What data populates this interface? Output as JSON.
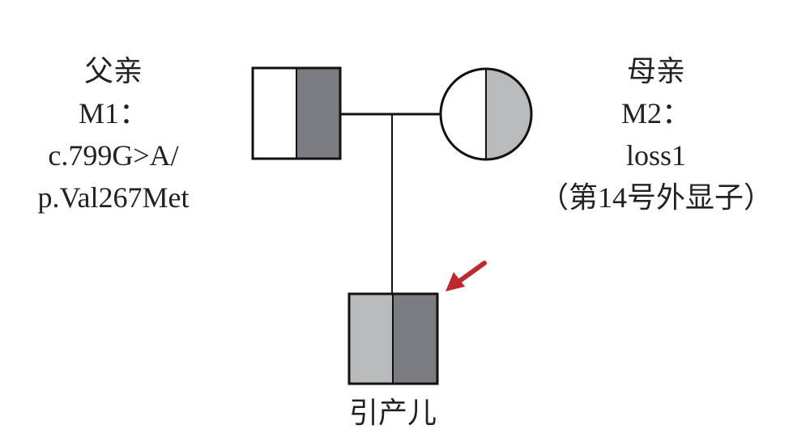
{
  "father": {
    "title": "父亲",
    "mutation_label": "M1：",
    "cdna": "c.799G>A/",
    "protein": "p.Val267Met"
  },
  "mother": {
    "title": "母亲",
    "mutation_label": "M2：",
    "variant": "loss1",
    "location": "（第14号外显子）"
  },
  "proband": {
    "title": "引产儿"
  },
  "colors": {
    "dark_fill": "#7b7c80",
    "light_fill": "#b9babc",
    "arrow": "#c0282d",
    "stroke": "#111111"
  }
}
